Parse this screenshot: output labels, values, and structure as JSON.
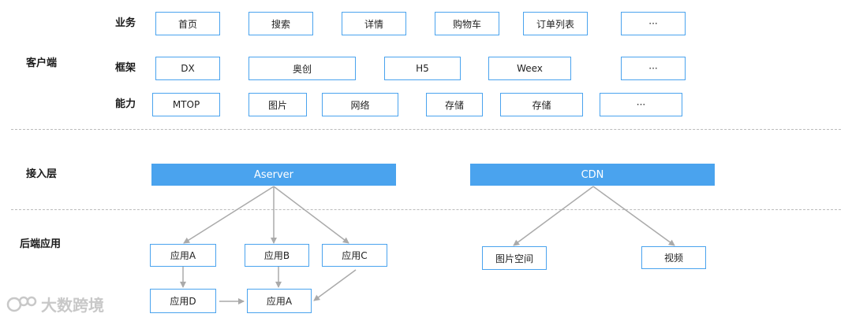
{
  "sections": {
    "client": "客户端",
    "access": "接入层",
    "backend": "后端应用"
  },
  "rows": {
    "business": {
      "label": "业务",
      "items": [
        "首页",
        "搜索",
        "详情",
        "购物车",
        "订单列表",
        "···"
      ]
    },
    "framework": {
      "label": "框架",
      "items": [
        "DX",
        "奥创",
        "H5",
        "Weex",
        "···"
      ]
    },
    "capability": {
      "label": "能力",
      "items": [
        "MTOP",
        "图片",
        "网络",
        "存储",
        "存储",
        "···"
      ]
    }
  },
  "access": {
    "aserver": "Aserver",
    "cdn": "CDN"
  },
  "backend": {
    "app_a": "应用A",
    "app_b": "应用B",
    "app_c": "应用C",
    "app_d": "应用D",
    "app_a2": "应用A",
    "image_space": "图片空间",
    "video": "视频"
  },
  "colors": {
    "box_border": "#4aa3ee",
    "bar_fill": "#4aa3ee",
    "arrow": "#aaaaaa",
    "divider": "#bbbbbb"
  },
  "watermark": {
    "text": "大数跨境"
  }
}
